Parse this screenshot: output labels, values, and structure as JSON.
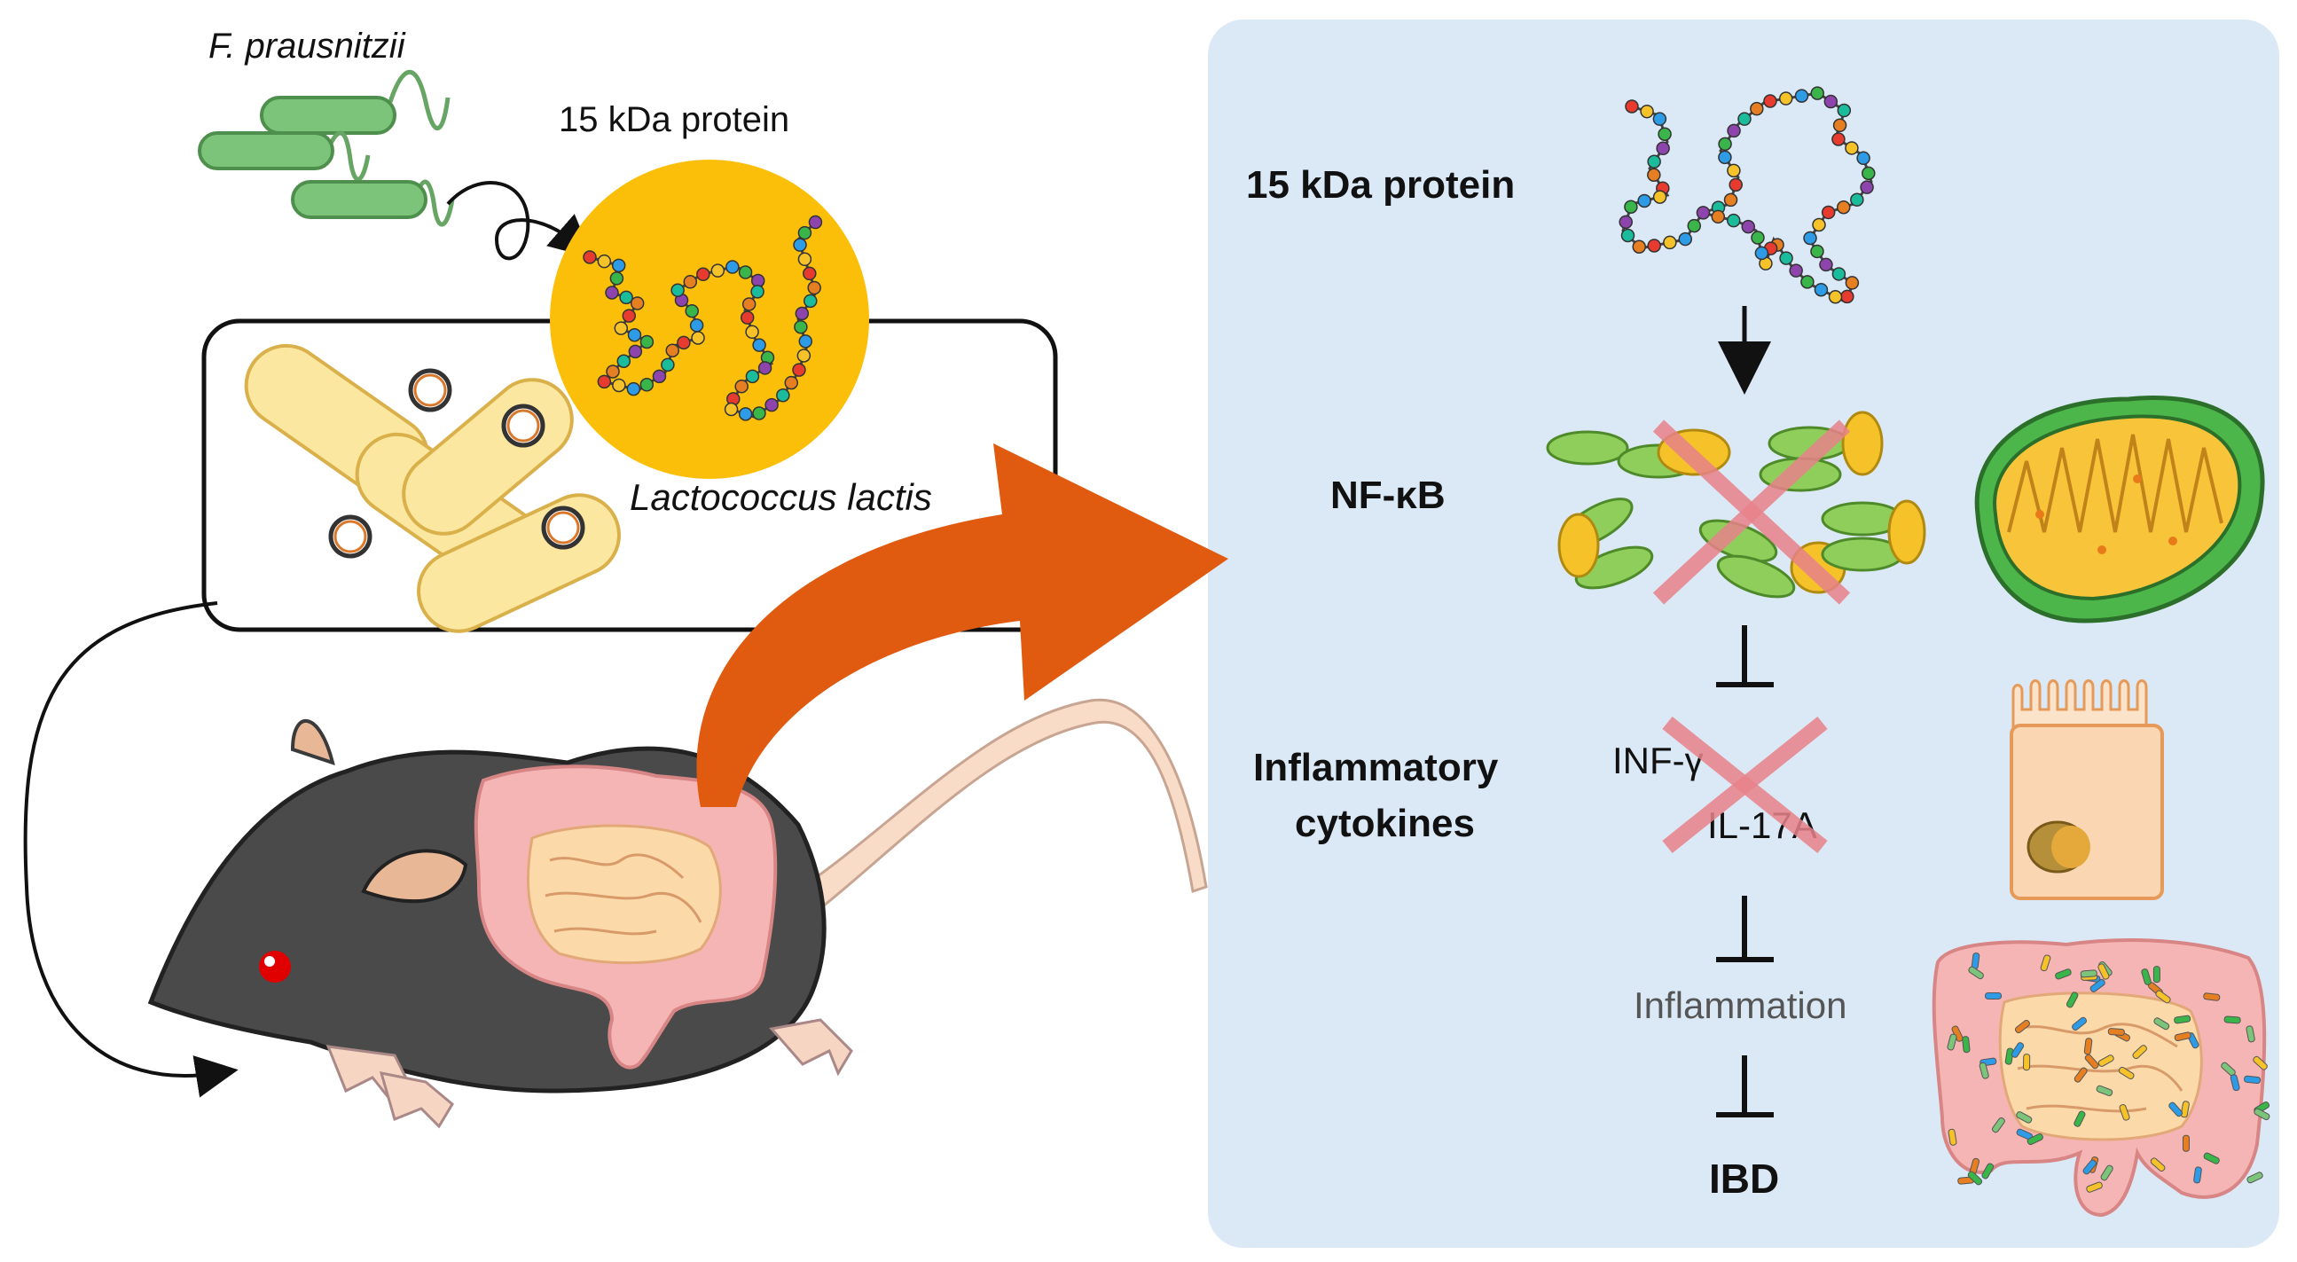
{
  "left": {
    "source_organism": "F. prausnitzii",
    "protein_label": "15 kDa protein",
    "host_organism": "Lactococcus lactis"
  },
  "right": {
    "protein_label": "15 kDa protein",
    "nfkb_label": "NF-κB",
    "cytokines_label_line1": "Inflammatory",
    "cytokines_label_line2": "cytokines",
    "cytokine_1": "INF-γ",
    "cytokine_2": "IL-17A",
    "inflammation_label": "Inflammation",
    "ibd_label": "IBD"
  },
  "colors": {
    "panel_bg": "#dbe9f6",
    "arrow_orange": "#e05a10",
    "protein_circle": "#fbbf0a",
    "cross_red": "#e8828a",
    "bacteria_green": "#7cc47a",
    "bacteria_yellow": "#fbe7a0",
    "mouse_body": "#4a4a4a",
    "intestine_pink": "#f6b5b5",
    "tail_color": "#f8dcc8"
  }
}
